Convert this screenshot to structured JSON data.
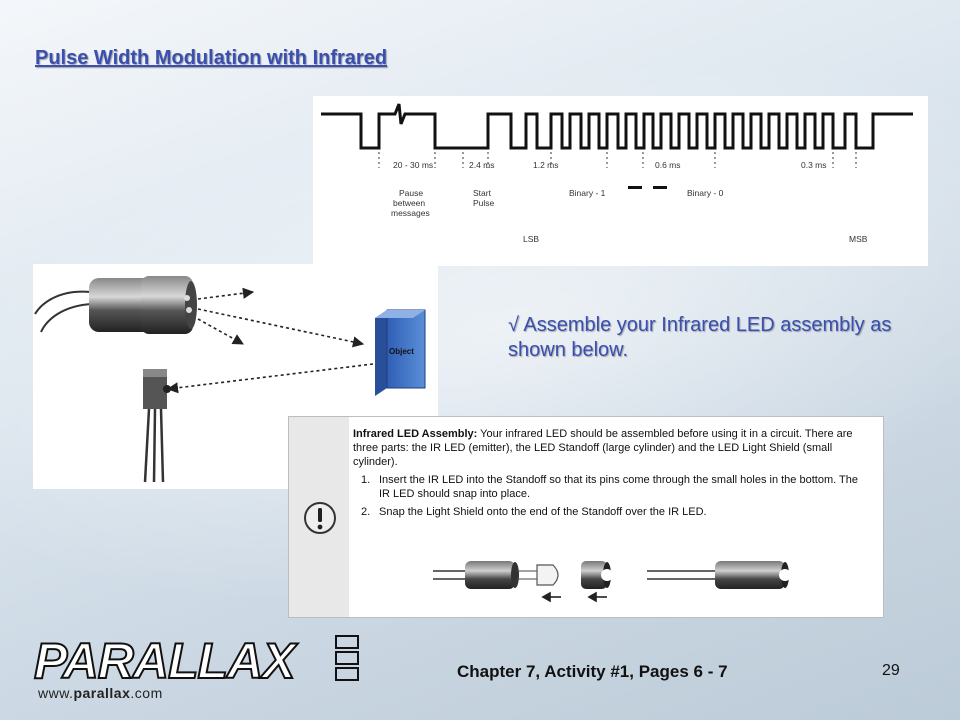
{
  "slide": {
    "title": "Pulse Width Modulation with Infrared",
    "instruction": "√ Assemble your Infrared LED assembly as shown below.",
    "footer": "Chapter 7, Activity #1, Pages 6 - 7",
    "page_number": "29"
  },
  "timing_diagram": {
    "pause_duration": "20 - 30 ms",
    "start_duration": "2.4 ms",
    "binary1_duration": "1.2 ms",
    "binary0_duration": "0.6 ms",
    "gap_duration": "0.3 ms",
    "pause_label_1": "Pause",
    "pause_label_2": "between",
    "pause_label_3": "messages",
    "start_label_1": "Start",
    "start_label_2": "Pulse",
    "binary1_label": "Binary - 1",
    "binary0_label": "Binary - 0",
    "lsb_label": "LSB",
    "msb_label": "MSB"
  },
  "object_diagram": {
    "object_label": "Object"
  },
  "assembly_note": {
    "heading": "Infrared LED Assembly:",
    "intro": " Your infrared LED should be assembled before using it in a circuit. There are three parts:  the IR LED (emitter), the LED Standoff (large cylinder) and the LED Light Shield (small cylinder).",
    "steps": [
      {
        "num": "1.",
        "text": "Insert the IR LED into the Standoff so that its pins come through the small holes in the bottom. The IR LED should snap into place."
      },
      {
        "num": "2.",
        "text": "Snap the Light Shield onto the end of the Standoff over the IR LED."
      }
    ]
  },
  "logo": {
    "name": "PARALLAX",
    "url_prefix": "www.",
    "url_brand": "parallax",
    "url_suffix": ".com"
  }
}
